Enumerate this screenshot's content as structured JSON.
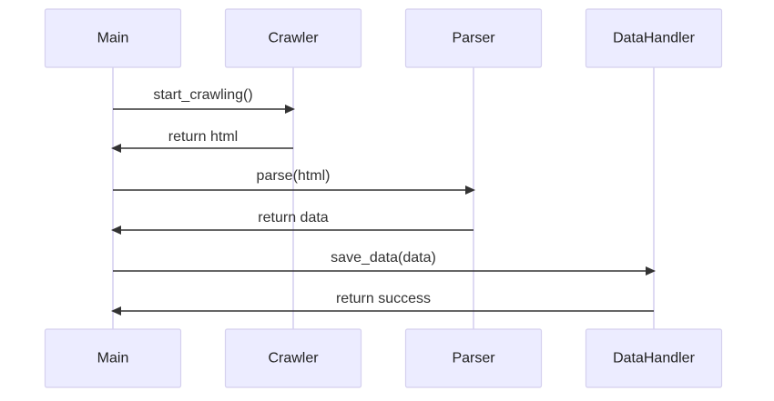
{
  "participants": [
    {
      "id": "main",
      "label": "Main"
    },
    {
      "id": "crawler",
      "label": "Crawler"
    },
    {
      "id": "parser",
      "label": "Parser"
    },
    {
      "id": "datahandler",
      "label": "DataHandler"
    }
  ],
  "messages": [
    {
      "from": "main",
      "to": "crawler",
      "label": "start_crawling()"
    },
    {
      "from": "crawler",
      "to": "main",
      "label": "return html"
    },
    {
      "from": "main",
      "to": "parser",
      "label": "parse(html)"
    },
    {
      "from": "parser",
      "to": "main",
      "label": "return data"
    },
    {
      "from": "main",
      "to": "datahandler",
      "label": "save_data(data)"
    },
    {
      "from": "datahandler",
      "to": "main",
      "label": "return success"
    }
  ],
  "colors": {
    "actor_fill": "#ececff",
    "actor_border": "#d5d0ee",
    "lifeline": "#d6d0f0",
    "message": "#333333",
    "text": "#222222"
  }
}
